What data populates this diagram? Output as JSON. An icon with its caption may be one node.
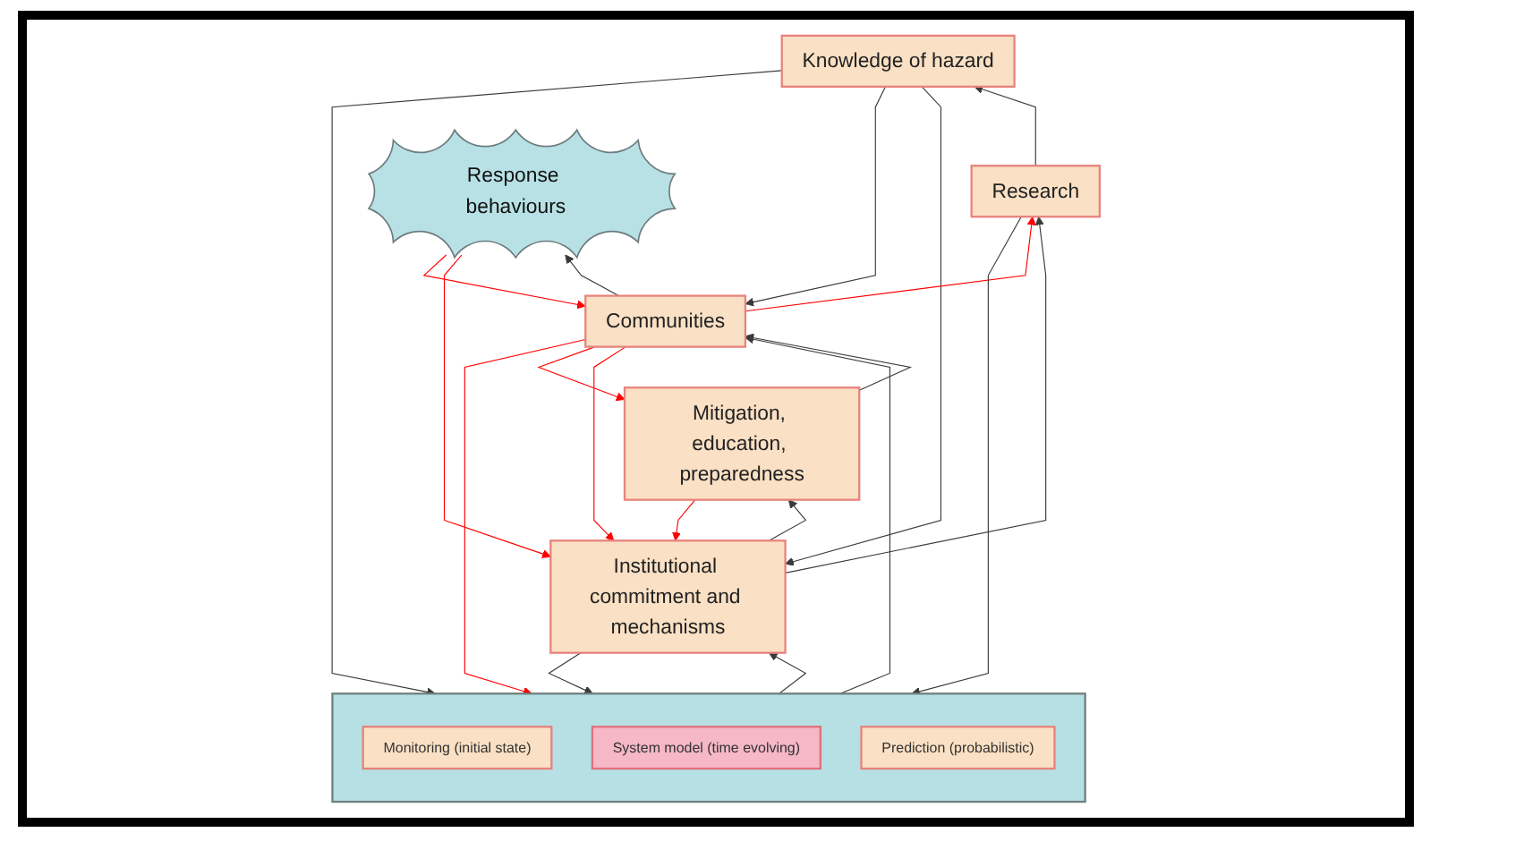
{
  "diagram": {
    "nodes": [
      {
        "text": [
          "Knowledge of hazard"
        ]
      },
      {
        "text": [
          "Institutional commitment and mechanisms"
        ]
      },
      {
        "text": [
          "Mitigation, education, preparedness"
        ]
      },
      {
        "text": [
          "Research"
        ]
      },
      {
        "text": [
          "Communities"
        ]
      },
      {
        "text": [],
        "shape": "box"
      },
      {
        "text": [
          "Monitoring (initial state)"
        ],
        "in": 5
      },
      {
        "text": [
          "System model (time evolving)"
        ],
        "in": 5
      },
      {
        "text": [
          "Prediction (probabilistic)"
        ],
        "in": 5
      },
      {
        "text": [
          "Response behaviours"
        ]
      }
    ],
    "edges": [
      {
        "from": 0,
        "to": 1,
        "arrow": "to"
      },
      {
        "from": 1,
        "to": 2,
        "arrow": "to"
      },
      {
        "from": 2,
        "to": 1,
        "arrow": "to",
        "color": "#ff0000"
      },
      {
        "from": 0,
        "to": 4,
        "arrow": "to"
      },
      {
        "from": 1,
        "to": 3,
        "arrow": "to"
      },
      {
        "from": 3,
        "to": 0,
        "arrow": "to"
      },
      {
        "from": 0,
        "to": 5,
        "arrow": "to"
      },
      {
        "from": 3,
        "to": 5,
        "arrow": "to"
      },
      {
        "from": 1,
        "to": 5,
        "arrow": "to"
      },
      {
        "from": 5,
        "to": 1,
        "arrow": "to"
      },
      {
        "from": 4,
        "to": 3,
        "arrow": "to",
        "color": "#ff0000"
      },
      {
        "from": 4,
        "to": 5,
        "arrow": "to",
        "color": "#ff0000"
      },
      {
        "from": 4,
        "to": 1,
        "arrow": "to",
        "color": "#ff0000"
      },
      {
        "from": 9,
        "to": 1,
        "arrow": "to",
        "color": "#ff0000"
      },
      {
        "from": 2,
        "to": 4,
        "arrow": "to"
      },
      {
        "from": 4,
        "to": 2,
        "arrow": "to",
        "color": "#ff0000"
      },
      {
        "from": 4,
        "to": 9,
        "arrow": "to"
      },
      {
        "from": 9,
        "to": 4,
        "arrow": "to",
        "color": "#ff0000"
      },
      {
        "from": 5,
        "to": 4,
        "arrow": "to"
      }
    ]
  }
}
